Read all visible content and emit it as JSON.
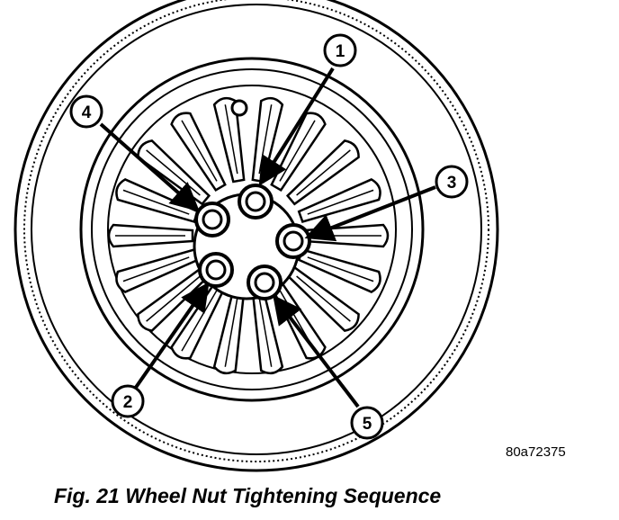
{
  "figure": {
    "code": "80a72375",
    "caption": "Fig. 21 Wheel Nut Tightening Sequence"
  },
  "callouts": [
    {
      "label": "1"
    },
    {
      "label": "2"
    },
    {
      "label": "3"
    },
    {
      "label": "4"
    },
    {
      "label": "5"
    }
  ],
  "colors": {
    "ink": "#000000",
    "paper": "#ffffff"
  },
  "icons": [
    "wheel-illustration",
    "lug-nut",
    "callout-arrow"
  ]
}
